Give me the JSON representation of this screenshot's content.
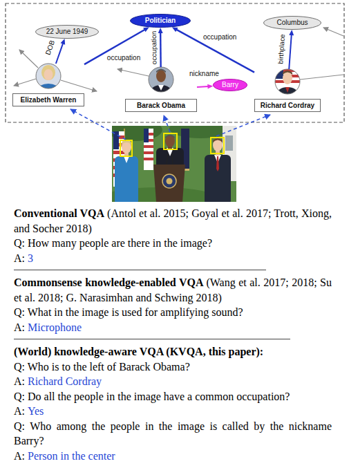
{
  "diagram": {
    "nodes": [
      {
        "text": [
          "22 June 1949"
        ]
      },
      {
        "text": [
          "Politician"
        ]
      },
      {
        "text": [
          "Columbus"
        ]
      },
      {
        "text": [
          "Elizabeth Warren"
        ]
      },
      {
        "text": [
          "Barack Obama"
        ]
      },
      {
        "text": [
          "Barry"
        ]
      },
      {
        "text": [
          "Richard Cordray"
        ]
      }
    ],
    "edges": [
      {
        "from": 3,
        "to": 0,
        "label": "DOB",
        "arrow": "to"
      },
      {
        "from": 3,
        "to": 1,
        "label": "occupation",
        "arrow": "to"
      },
      {
        "from": 4,
        "to": 1,
        "label": "occupation",
        "arrow": "to"
      },
      {
        "from": 6,
        "to": 1,
        "label": "occupation",
        "arrow": "to"
      },
      {
        "from": 6,
        "to": 2,
        "label": "birthplace",
        "arrow": "to"
      },
      {
        "from": 4,
        "to": 5,
        "label": "nickname",
        "arrow": "to"
      }
    ],
    "labels": [
      "Conventional VQA",
      "(Antol et al. 2015; Goyal et al. 2017; Trott, Xiong, and Socher 2018)",
      "Q: How many people are there in the image?",
      "A:",
      "3",
      "Commonsense knowledge-enabled VQA",
      "(Wang et al. 2017; 2018; Su et al. 2018; G. Narasimhan and Schwing 2018)",
      "Q: What in the image is used for amplifying sound?",
      "A:",
      "Microphone",
      "(World) knowledge-aware VQA (KVQA, this paper):",
      "Q: Who is to the left of Barack Obama?",
      "A:",
      "Richard Cordray",
      "Q: Do all the people in the image have a common occupation?",
      "A:",
      "Yes",
      "Q: Who among the people in the image is called by the nickname Barry?",
      "A:",
      "Person in the center"
    ]
  }
}
